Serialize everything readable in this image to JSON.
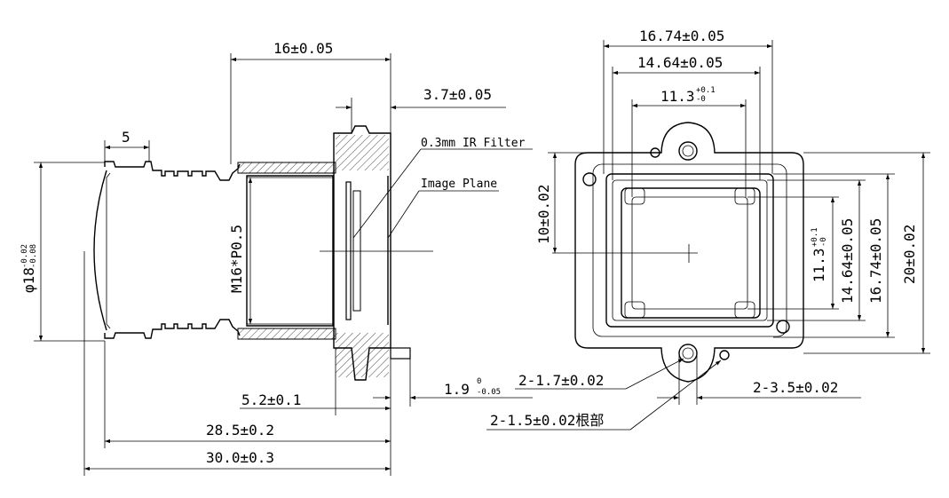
{
  "side_view": {
    "dim_16": "16±0.05",
    "dim_3_7": "3.7±0.05",
    "dim_5": "5",
    "ir_filter_label": "0.3mm IR Filter",
    "image_plane_label": "Image Plane",
    "thread_label": "M16*P0.5",
    "diameter_main": "φ18",
    "diameter_tol_upper": "-0.02",
    "diameter_tol_lower": "-0.08",
    "dim_5_2": "5.2±0.1",
    "dim_1_9_main": "1.9",
    "dim_1_9_tol_upper": "0",
    "dim_1_9_tol_lower": "-0.05",
    "dim_28_5": "28.5±0.2",
    "dim_30": "30.0±0.3"
  },
  "top_view": {
    "dim_16_74_h": "16.74±0.05",
    "dim_14_64_h": "14.64±0.05",
    "dim_11_3_h_main": "11.3",
    "dim_11_3_h_tol_upper": "+0.1",
    "dim_11_3_h_tol_lower": "-0",
    "dim_10": "10±0.02",
    "dim_11_3_v_main": "11.3",
    "dim_11_3_v_tol_upper": "+0.1",
    "dim_11_3_v_tol_lower": "-0",
    "dim_14_64_v": "14.64±0.05",
    "dim_16_74_v": "16.74±0.05",
    "dim_20": "20±0.02",
    "hole_2_1_7": "2-1.7±0.02",
    "hole_2_3_5": "2-3.5±0.02",
    "hole_2_1_5_root": "2-1.5±0.02根部"
  }
}
